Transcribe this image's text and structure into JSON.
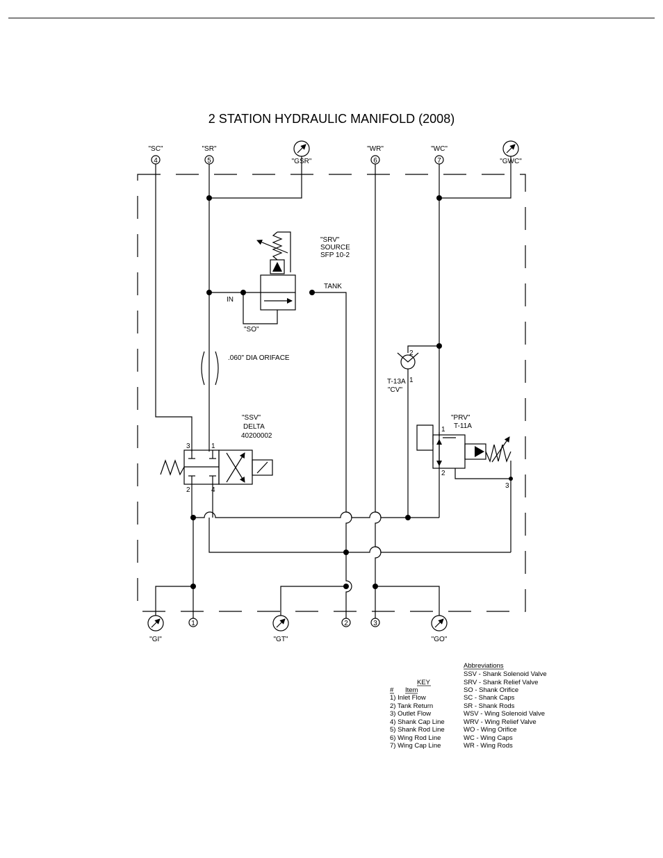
{
  "title": "2 STATION HYDRAULIC MANIFOLD (2008)",
  "top_ports": {
    "sc": {
      "label": "\"SC\"",
      "num": "4"
    },
    "sr": {
      "label": "\"SR\"",
      "num": "5"
    },
    "wr": {
      "label": "\"WR\"",
      "num": "6"
    },
    "wc": {
      "label": "\"WC\"",
      "num": "7"
    }
  },
  "gauges": {
    "gsr": "\"GSR\"",
    "gwc": "\"GWC\"",
    "gi": "\"GI\"",
    "gt": "\"GT\"",
    "go": "\"GO\""
  },
  "bottom_ports": {
    "inlet": "1",
    "tank": "2",
    "outlet": "3"
  },
  "srv": {
    "line1": "\"SRV\"",
    "line2": "SOURCE",
    "line3": "SFP 10-2",
    "in": "IN",
    "tank": "TANK",
    "so": "\"SO\""
  },
  "orifice": ".060\" DIA ORIFACE",
  "ssv": {
    "line1": "\"SSV\"",
    "line2": "DELTA",
    "line3": "40200002",
    "p3": "3",
    "p1": "1",
    "p2": "2",
    "p4": "4"
  },
  "cv": {
    "line1": "T-13A",
    "line2": "\"CV\"",
    "p2": "2",
    "p1": "1"
  },
  "prv": {
    "line1": "\"PRV\"",
    "line2": "T-11A",
    "p1": "1",
    "p2": "2",
    "p3": "3"
  },
  "key": {
    "title": "KEY",
    "col_num": "#",
    "col_item": "Item",
    "items": [
      "1) Inlet Flow",
      "2) Tank Return",
      "3) Outlet Flow",
      "4) Shank Cap Line",
      "5) Shank Rod Line",
      "6) Wing Rod Line",
      "7) Wing Cap Line"
    ]
  },
  "abbreviations": {
    "title": "Abbreviations",
    "items": [
      "SSV - Shank Solenoid Valve",
      "SRV - Shank Relief Valve",
      "SO - Shank Orifice",
      "SC - Shank Caps",
      "SR - Shank Rods",
      "WSV - Wing Solenoid Valve",
      "WRV - Wing Relief Valve",
      "WO - Wing Orifice",
      "WC - Wing Caps",
      "WR - Wing Rods"
    ]
  }
}
